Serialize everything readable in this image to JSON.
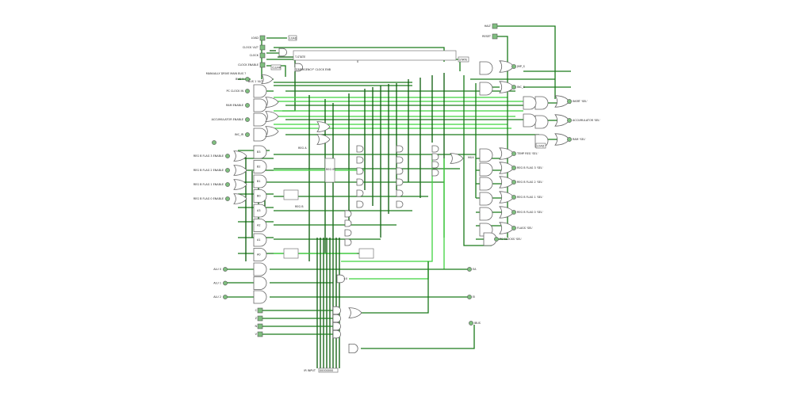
{
  "inputs_top": {
    "load": "LOAD",
    "clock_alt": "CLOCK 'ALT'",
    "clock": "CLOCK",
    "clock_enable": "CLOCK ENABLE",
    "manual_bus": "MANUALLY DRIVE MAIN BUS ?",
    "bus": "BUS ?",
    "pc_clock_in": "PC CLOCK IN",
    "ram_enable": "RAM ENABLE",
    "acc_enable": "ACCUMULATOR ENABLE",
    "inc_ir": "INC_IR"
  },
  "top_boxes": {
    "load_tunnel": "LOAD",
    "clear_tunnel": "CLEAR",
    "counter_label": "T-STATE",
    "counter_value": "0",
    "state_tunnel": "STATE",
    "note": "\"EMERGENCY\" CLOCK ENB",
    "bus_label": "BUS 1 'ALT'"
  },
  "left_inputs": [
    "REG B FLAG 3 ENABLE",
    "REG B FLAG 2 ENABLE",
    "REG B FLAG 1 ENABLE",
    "REG B FLAG 0 ENABLE"
  ],
  "left_gates": [
    "B3",
    "B2",
    "B1",
    "B0",
    "A3",
    "A2",
    "A1",
    "A0"
  ],
  "alu_inputs": [
    "ALU 0",
    "ALU 1",
    "ALU 2"
  ],
  "small_inputs": [
    "C",
    "Z",
    "N",
    "V"
  ],
  "mid_labels": {
    "reg_b": "REG B",
    "reg_a": "REG A",
    "reg_ir": "REG IR",
    "mux": "MUX",
    "eq": "=0"
  },
  "top_right_inputs": {
    "halt": "HALT",
    "reset": "RESET"
  },
  "right_outputs": [
    "JMP_S",
    "INC_S",
    "INSRT 'SEL'",
    "ACCUMULATOR 'SEL'",
    "RAM 'SEL'",
    "TEMP REG 'SEL'",
    "REG B FLAG 3 'SEL'",
    "REG B FLAG 2 'SEL'",
    "REG B FLAG 1 'SEL'",
    "REG B FLAG 0 'SEL'",
    "FLAGS 'SEL'",
    "PC CLOCKS 'SEL'"
  ],
  "right_tunnel": "LOAD",
  "bottom_outputs": {
    "ea": "EA",
    "ei": "EI",
    "ibus": "IBUS"
  },
  "ir_input_label": "IR INPUT",
  "ir_input_value": "00000000"
}
